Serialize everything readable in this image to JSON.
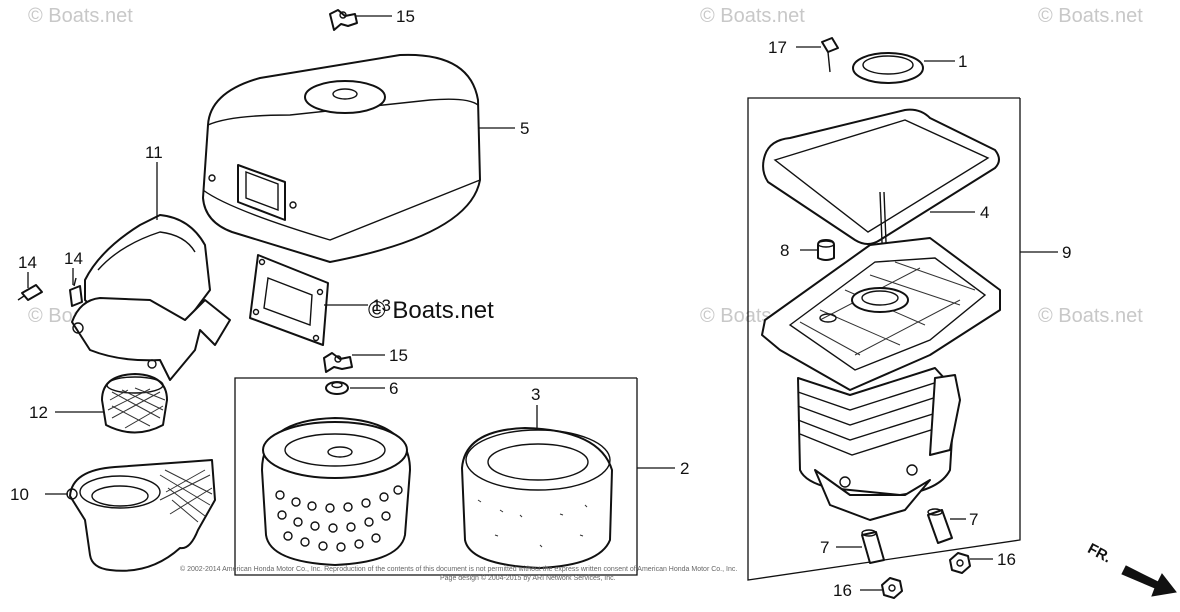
{
  "watermarks": {
    "corner_text": "© Boats.net",
    "center_text": "© Boats.net"
  },
  "callouts": {
    "p1": "1",
    "p2": "2",
    "p3": "3",
    "p4": "4",
    "p5": "5",
    "p6": "6",
    "p7a": "7",
    "p7b": "7",
    "p8": "8",
    "p9": "9",
    "p10": "10",
    "p11": "11",
    "p12": "12",
    "p13": "13",
    "p14a": "14",
    "p14b": "14",
    "p15a": "15",
    "p15b": "15",
    "p16a": "16",
    "p16b": "16",
    "p17": "17"
  },
  "direction_marker": "FR.",
  "copyright_line1": "© 2002-2014 American Honda Motor Co., Inc. Reproduction of the contents of this document is not permitted without the express written consent of American Honda Motor Co., Inc.",
  "copyright_line2": "Page design © 2004-2015 by ARI Network Services, Inc."
}
